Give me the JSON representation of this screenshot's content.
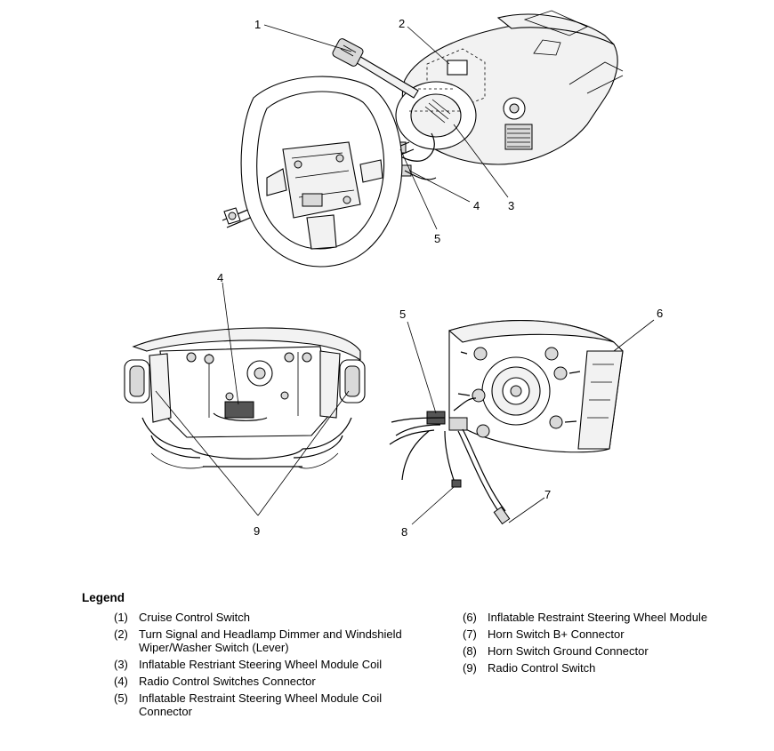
{
  "callouts": {
    "top": [
      "1",
      "2",
      "3",
      "4",
      "5"
    ],
    "bottom_left": [
      "4",
      "9"
    ],
    "bottom_right": [
      "5",
      "6",
      "7",
      "8"
    ]
  },
  "legend": {
    "title": "Legend",
    "left": [
      {
        "num": "(1)",
        "text": "Cruise Control Switch"
      },
      {
        "num": "(2)",
        "text": "Turn Signal and Headlamp Dimmer and Windshield Wiper/Washer Switch (Lever)"
      },
      {
        "num": "(3)",
        "text": "Inflatable Restriant Steering Wheel Module Coil"
      },
      {
        "num": "(4)",
        "text": "Radio Control Switches Connector"
      },
      {
        "num": "(5)",
        "text": "Inflatable Restraint Steering Wheel Module Coil Connector"
      }
    ],
    "right": [
      {
        "num": "(6)",
        "text": "Inflatable Restraint Steering Wheel Module"
      },
      {
        "num": "(7)",
        "text": "Horn Switch B+ Connector"
      },
      {
        "num": "(8)",
        "text": "Horn Switch Ground Connector"
      },
      {
        "num": "(9)",
        "text": "Radio Control Switch"
      }
    ]
  }
}
